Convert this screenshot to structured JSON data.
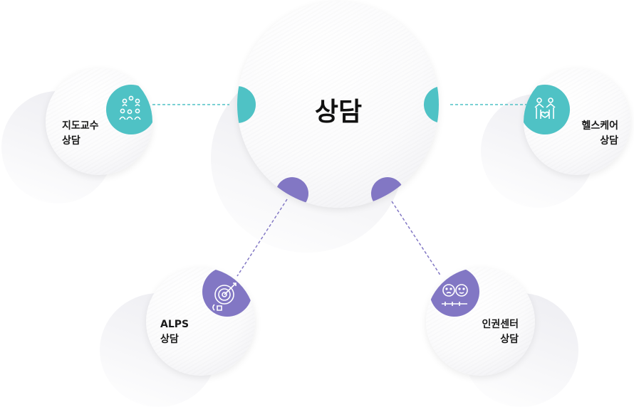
{
  "center": {
    "title": "상담"
  },
  "nodes": [
    {
      "id": "professor",
      "line1": "지도교수",
      "line2": "상담",
      "icon": "people-group-icon",
      "color": "#4fc2c5"
    },
    {
      "id": "healthcare",
      "line1": "헬스케어",
      "line2": "상담",
      "icon": "heart-people-icon",
      "color": "#4fc2c5"
    },
    {
      "id": "alps",
      "line1": "ALPS",
      "line2": "상담",
      "icon": "target-dart-icon",
      "color": "#8277c4"
    },
    {
      "id": "human-rights",
      "line1": "인권센터",
      "line2": "상담",
      "icon": "faces-icon",
      "color": "#8277c4"
    }
  ],
  "colors": {
    "teal": "#4fc2c5",
    "purple": "#8277c4"
  }
}
